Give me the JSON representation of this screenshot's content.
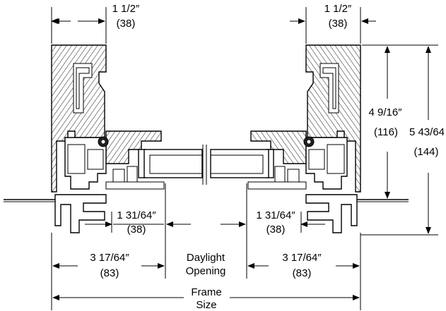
{
  "dimensions": {
    "left_top_width": {
      "imperial": "1 1/2″",
      "metric": "(38)"
    },
    "right_top_width": {
      "imperial": "1 1/2″",
      "metric": "(38)"
    },
    "height_sash": {
      "imperial": "4 9/16″",
      "metric": "(116)"
    },
    "height_frame": {
      "imperial": "5 43/64",
      "metric": "(144)"
    },
    "left_mid": {
      "imperial": "1 31/64″",
      "metric": "(38)"
    },
    "right_mid": {
      "imperial": "1 31/64″",
      "metric": "(38)"
    },
    "left_bottom": {
      "imperial": "3 17/64″",
      "metric": "(83)"
    },
    "right_bottom": {
      "imperial": "3 17/64″",
      "metric": "(83)"
    },
    "daylight": {
      "line1": "Daylight",
      "line2": "Opening"
    },
    "frame": {
      "line1": "Frame",
      "line2": "Size"
    }
  }
}
